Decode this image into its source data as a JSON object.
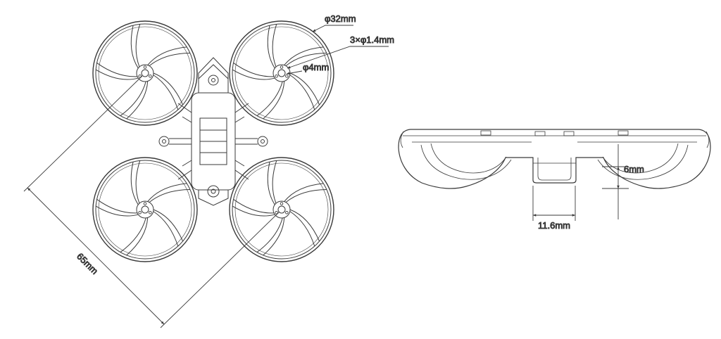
{
  "colors": {
    "ink": "#3a3a3a",
    "background": "#ffffff"
  },
  "annotations": {
    "duct_diameter": "φ32mm",
    "mount_holes": "3×φ1.4mm",
    "shaft_hole": "φ4mm",
    "wheelbase": "65mm",
    "side_height": "6mm",
    "side_width": "11.6mm"
  }
}
